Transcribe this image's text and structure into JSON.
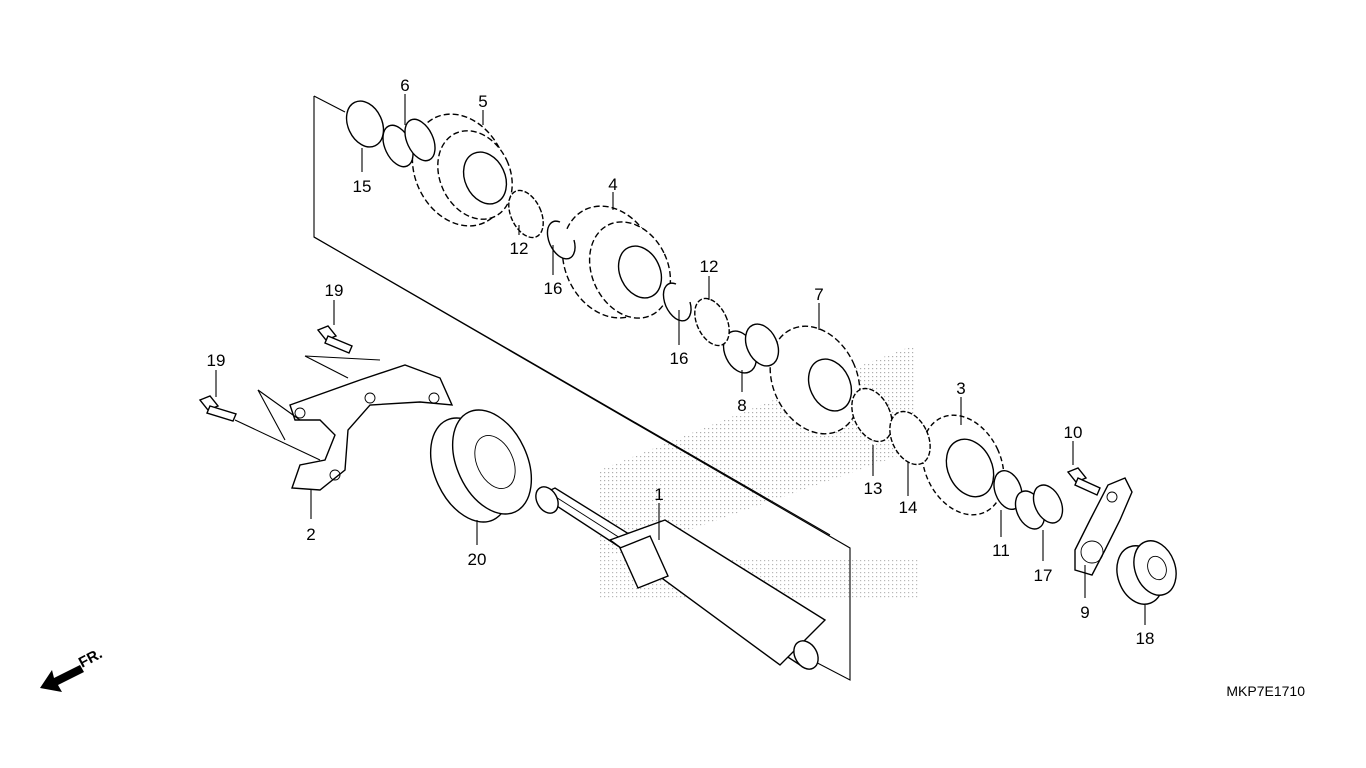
{
  "diagram": {
    "code": "MKP7E1710",
    "front_label": "FR.",
    "callouts": [
      "1",
      "2",
      "3",
      "4",
      "5",
      "6",
      "7",
      "8",
      "9",
      "10",
      "11",
      "12",
      "12",
      "13",
      "14",
      "15",
      "16",
      "16",
      "17",
      "18",
      "19",
      "19",
      "20"
    ]
  }
}
